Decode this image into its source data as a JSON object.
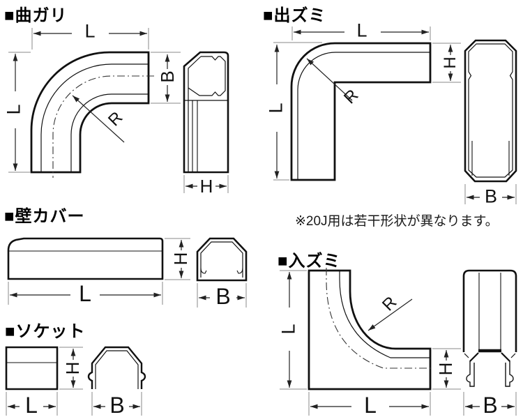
{
  "colors": {
    "background": "#ffffff",
    "outline": "#111111",
    "thin_line": "#222222",
    "extension_line": "#8a8a8a",
    "text": "#111111"
  },
  "magari": {
    "title": "■曲ガリ",
    "dims": {
      "l_top": "L",
      "l_left": "L",
      "b": "B",
      "r": "R",
      "h": "H"
    }
  },
  "dezumi": {
    "title": "■出ズミ",
    "note": "※20J用は若干形状が異なります。",
    "dims": {
      "l_top": "L",
      "l_left": "L",
      "r": "R",
      "h": "H",
      "b": "B"
    }
  },
  "kabecover": {
    "title": "■壁カバー",
    "dims": {
      "l": "L",
      "h": "H",
      "b": "B"
    }
  },
  "socket": {
    "title": "■ソケット",
    "dims": {
      "l": "L",
      "h": "H",
      "b": "B"
    }
  },
  "irizumi": {
    "title": "■入ズミ",
    "dims": {
      "l_left": "L",
      "l_bottom": "L",
      "r": "R",
      "h": "H",
      "b": "B"
    }
  }
}
